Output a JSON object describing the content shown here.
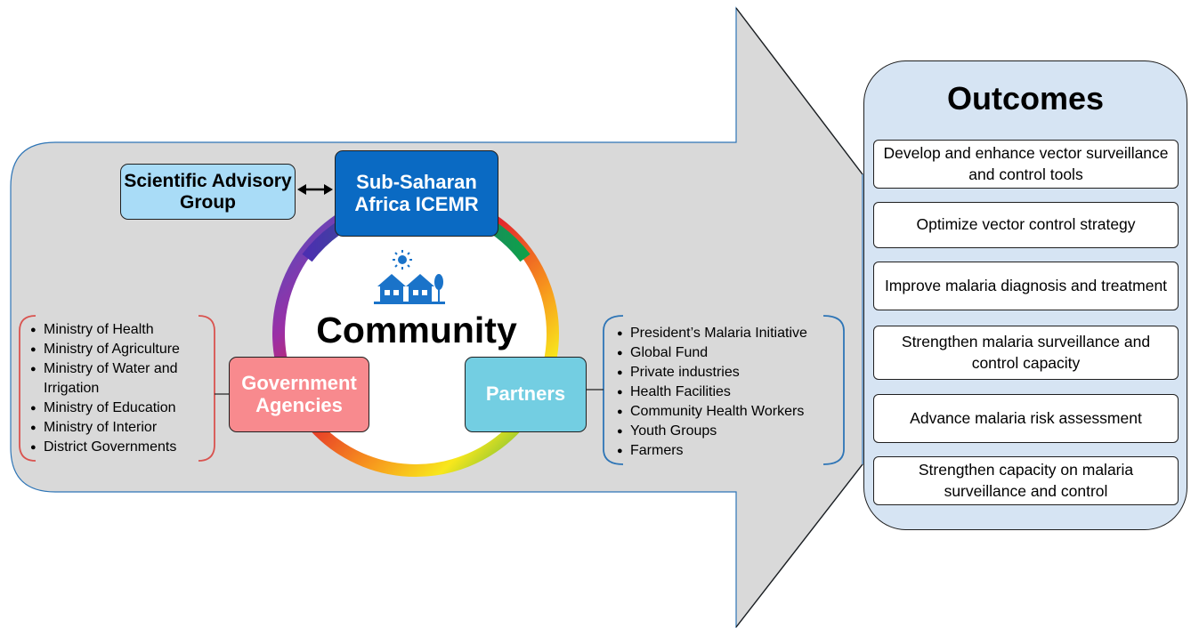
{
  "scientific_advisory": {
    "label": "Scientific Advisory Group"
  },
  "icemr": {
    "label": "Sub-Saharan Africa ICEMR"
  },
  "community": {
    "label": "Community"
  },
  "government": {
    "label": "Government Agencies",
    "items": [
      "Ministry of Health",
      "Ministry of Agriculture",
      "Ministry of Water and Irrigation",
      "Ministry of Education",
      "Ministry of Interior",
      "District Governments"
    ]
  },
  "partners": {
    "label": "Partners",
    "items": [
      "President’s Malaria Initiative",
      "Global Fund",
      "Private industries",
      "Health Facilities",
      "Community Health Workers",
      "Youth Groups",
      "Farmers"
    ]
  },
  "outcomes": {
    "title": "Outcomes",
    "items": [
      "Develop and enhance vector surveillance and control tools",
      "Optimize vector control strategy",
      "Improve malaria diagnosis and treatment",
      "Strengthen malaria surveillance and control capacity",
      "Advance malaria risk assessment",
      "Strengthen capacity on malaria surveillance and control"
    ]
  },
  "colors": {
    "arrow_fill": "#d9d9d9",
    "icemr": "#0a6ac3",
    "government": "#f88a8e",
    "partners": "#73cee2",
    "scientific_advisory": "#a9dcf7",
    "outcomes_panel": "#d6e4f3",
    "gov_bracket": "#d9534f",
    "partner_bracket": "#2e75b6",
    "icon": "#1a73c9"
  },
  "icons": [
    "sun-icon",
    "houses-icon"
  ]
}
